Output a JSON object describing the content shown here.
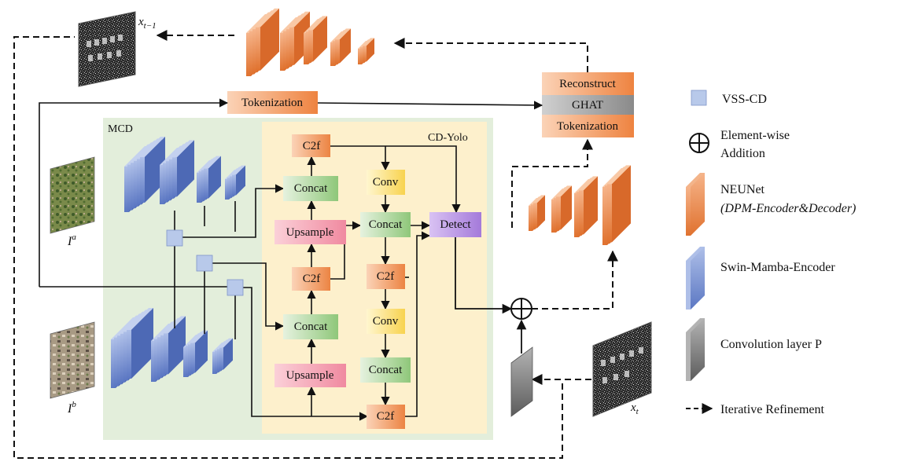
{
  "regions": {
    "mcd_label": "MCD",
    "cdyolo_label": "CD-Yolo"
  },
  "inputs": {
    "image_a_label": "I",
    "image_a_sup": "a",
    "image_b_label": "I",
    "image_b_sup": "b",
    "noisy_prev_label": "x",
    "noisy_prev_sub": "t−1",
    "noisy_curr_label": "x",
    "noisy_curr_sub": "t"
  },
  "blocks": {
    "tokenization_top": "Tokenization",
    "reconstruct": "Reconstruct",
    "ghat": "GHAT",
    "tokenization_right": "Tokenization",
    "c2f_top": "C2f",
    "concat_1": "Concat",
    "upsample_1": "Upsample",
    "c2f_mid": "C2f",
    "concat_2": "Concat",
    "upsample_2": "Upsample",
    "conv_1": "Conv",
    "concat_3": "Concat",
    "c2f_right": "C2f",
    "conv_2": "Conv",
    "concat_4": "Concat",
    "c2f_bottom": "C2f",
    "detect": "Detect"
  },
  "legend": {
    "vss_cd": "VSS-CD",
    "addition_line1": "Element-wise",
    "addition_line2": "Addition",
    "neunet_line1": "NEUNet",
    "neunet_line2": "(DPM-Encoder&Decoder)",
    "swin": "Swin-Mamba-Encoder",
    "conv_p": "Convolution layer P",
    "iterative": "Iterative Refinement"
  },
  "colors": {
    "mcd_bg": "#e3eedb",
    "cdyolo_bg": "#fdf0cc",
    "orange": "#f08a4b",
    "orange_light": "#f9c9a6",
    "blue": "#8fa7de",
    "blue_dark": "#4d69b5",
    "vss": "#b8c9ea",
    "gray": "#8c8c8c",
    "concat_green": "#b9dcab",
    "upsample_pink": "#f3a6b4",
    "conv_yellow": "#fbe47e",
    "detect_purple": "#b38be0"
  }
}
